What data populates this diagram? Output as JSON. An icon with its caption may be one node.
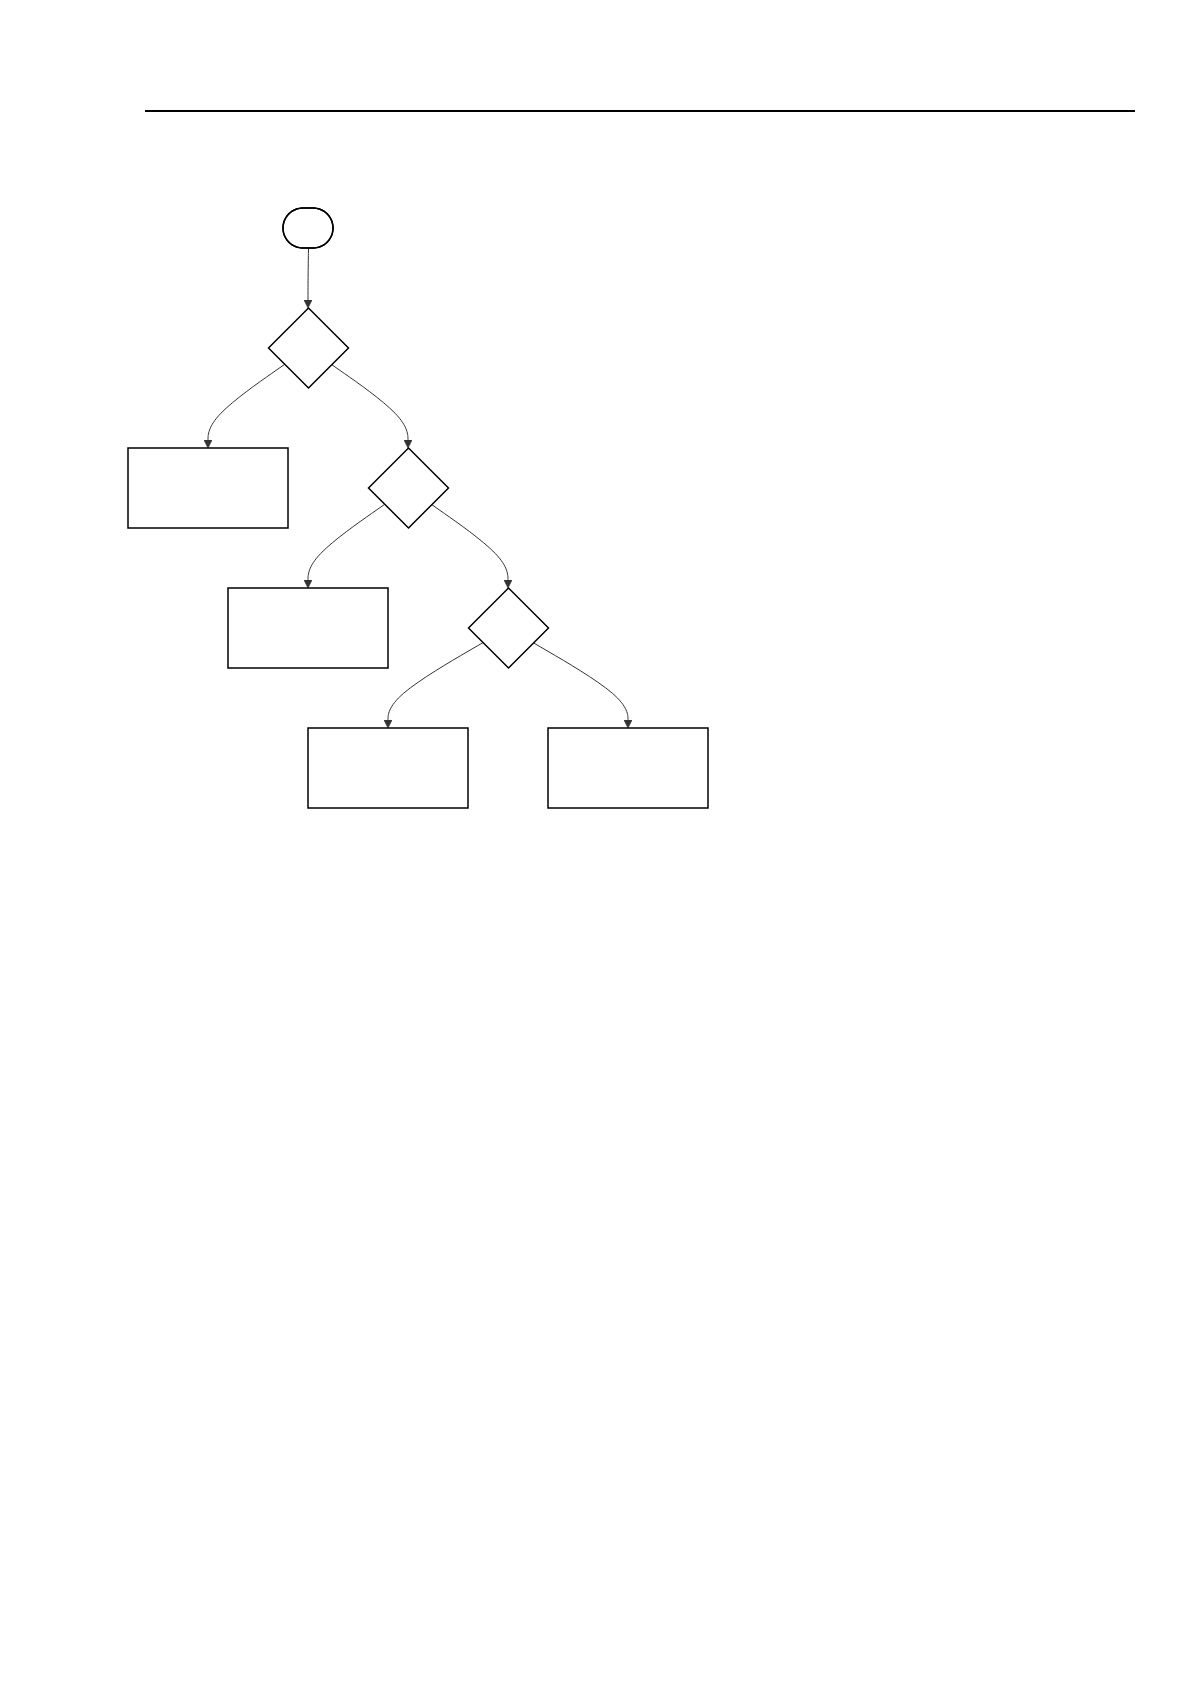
{
  "diagram": {
    "nodes": [
      {
        "text": [],
        "shape": "ellipse"
      },
      {
        "text": [],
        "shape": "diamond"
      },
      {
        "text": [],
        "shape": "box"
      },
      {
        "text": [],
        "shape": "diamond"
      },
      {
        "text": [],
        "shape": "box"
      },
      {
        "text": [],
        "shape": "diamond"
      },
      {
        "text": [],
        "shape": "box"
      },
      {
        "text": [],
        "shape": "box"
      }
    ],
    "edges": [
      {
        "from": 0,
        "to": 1,
        "arrow": "to"
      },
      {
        "from": 1,
        "to": 2,
        "arrow": "to"
      },
      {
        "from": 1,
        "to": 3,
        "arrow": "to"
      },
      {
        "from": 3,
        "to": 4,
        "arrow": "to"
      },
      {
        "from": 3,
        "to": 5,
        "arrow": "to"
      },
      {
        "from": 5,
        "to": 6,
        "arrow": "to"
      },
      {
        "from": 5,
        "to": 7,
        "arrow": "to"
      }
    ]
  }
}
